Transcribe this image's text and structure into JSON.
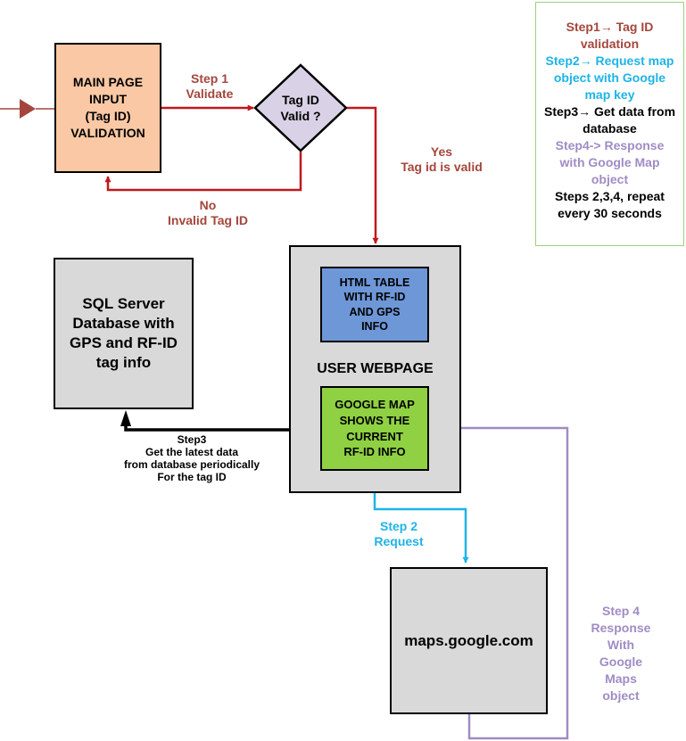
{
  "nodes": {
    "main_page": {
      "lines": [
        "MAIN PAGE",
        "INPUT",
        "(Tag ID)",
        "VALIDATION"
      ],
      "fill": "#fac8a4"
    },
    "decision": {
      "lines": [
        "Tag ID",
        "Valid ?"
      ],
      "fill": "#d9d2e6"
    },
    "sql_server": {
      "lines": [
        "SQL Server",
        "Database with",
        "GPS and RF-ID",
        "tag info"
      ],
      "fill": "#d9d9d9"
    },
    "user_webpage": {
      "label": "USER WEBPAGE",
      "fill": "#d9d9d9"
    },
    "html_table": {
      "lines": [
        "HTML TABLE",
        "WITH RF-ID",
        "AND GPS",
        "INFO"
      ],
      "fill": "#6e97d8"
    },
    "google_map": {
      "lines": [
        "GOOGLE MAP",
        "SHOWS THE",
        "CURRENT",
        "RF-ID INFO"
      ],
      "fill": "#8fd142"
    },
    "maps_google": {
      "label": "maps.google.com",
      "fill": "#d9d9d9"
    }
  },
  "edge_labels": {
    "step1": [
      "Step 1",
      "Validate"
    ],
    "yes": [
      "Yes",
      "Tag id is valid"
    ],
    "no": [
      "No",
      "Invalid Tag ID"
    ],
    "step3": [
      "Step3",
      "Get the latest data",
      "from database periodically",
      "For the tag ID"
    ],
    "step2": [
      "Step 2",
      "Request"
    ],
    "step4": [
      "Step 4",
      "Response",
      "With",
      "Google",
      "Maps",
      "object"
    ]
  },
  "legend": [
    {
      "text": "Step1→ Tag ID validation",
      "color": "#a4463c"
    },
    {
      "text": "Step2→ Request map object with Google map key",
      "color": "#1eb4e6"
    },
    {
      "text": "Step3→ Get data from database",
      "color": "#000000"
    },
    {
      "text": "Step4-> Response with Google Map object",
      "color": "#a08cc4"
    },
    {
      "text": "Steps 2,3,4, repeat every 30 seconds",
      "color": "#000000"
    }
  ],
  "colors": {
    "step1_arrow": "#c0181c",
    "step1_text": "#a4463c",
    "step2": "#1eb4e6",
    "step3": "#000000",
    "step4": "#a08cc4",
    "legend_border": "#9cd07c",
    "input_marker": "#a4463c"
  }
}
